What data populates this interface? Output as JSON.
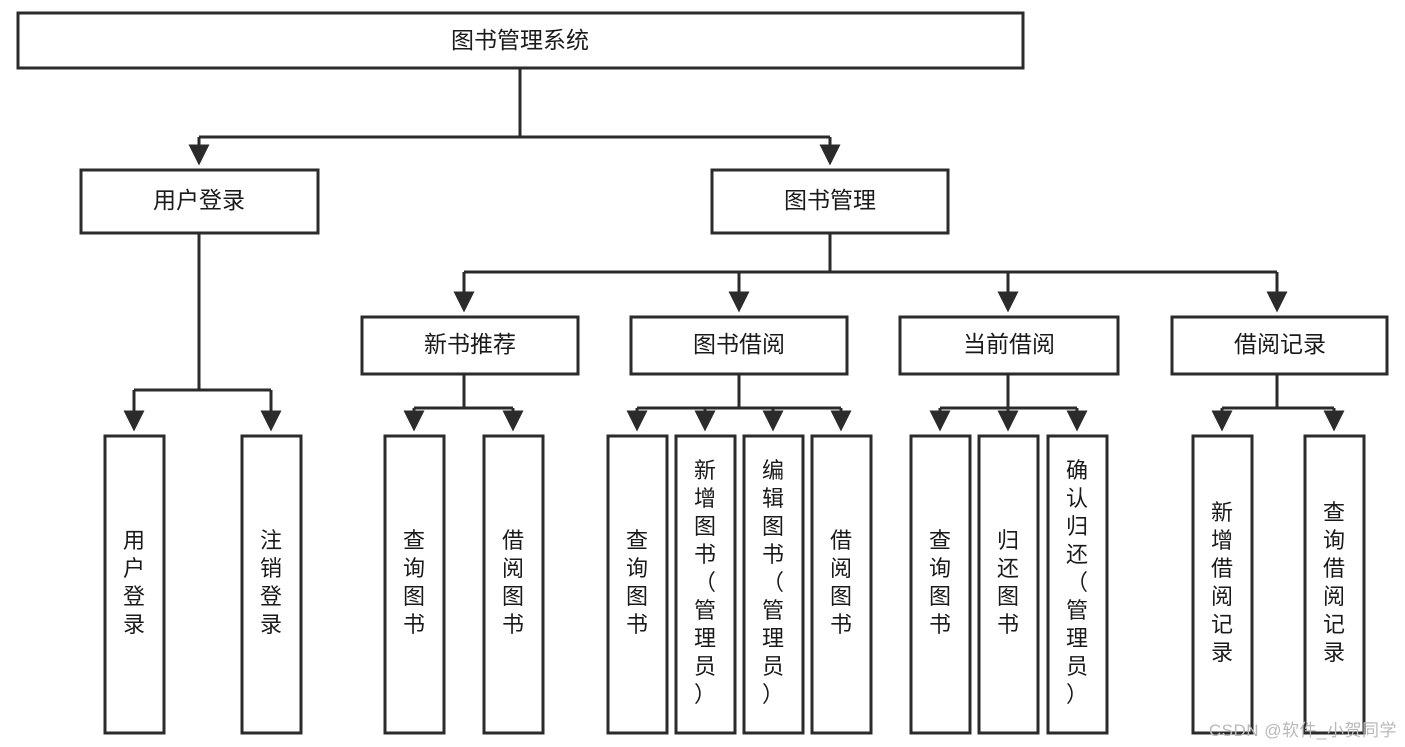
{
  "diagram": {
    "title": "图书管理系统",
    "type": "tree",
    "watermark": "CSDN @软件_小贺同学",
    "colors": {
      "background": "#ffffff",
      "stroke": "#2b2b2b",
      "fill": "#ffffff",
      "text": "#1a1a1a",
      "watermark": "#b9b9b9"
    },
    "root": {
      "label": "图书管理系统"
    },
    "level2": [
      {
        "label": "用户登录"
      },
      {
        "label": "图书管理"
      }
    ],
    "level3": [
      {
        "label": "新书推荐"
      },
      {
        "label": "图书借阅"
      },
      {
        "label": "当前借阅"
      },
      {
        "label": "借阅记录"
      }
    ],
    "leaves": {
      "user_login": [
        {
          "label": "用户登录"
        },
        {
          "label": "注销登录"
        }
      ],
      "new_book_recommend": [
        {
          "label": "查询图书"
        },
        {
          "label": "借阅图书"
        }
      ],
      "book_borrow": [
        {
          "label": "查询图书"
        },
        {
          "label": "新增图书（管理员）"
        },
        {
          "label": "编辑图书（管理员）"
        },
        {
          "label": "借阅图书"
        }
      ],
      "current_borrow": [
        {
          "label": "查询图书"
        },
        {
          "label": "归还图书"
        },
        {
          "label": "确认归还（管理员）"
        }
      ],
      "borrow_record": [
        {
          "label": "新增借阅记录"
        },
        {
          "label": "查询借阅记录"
        }
      ]
    }
  }
}
